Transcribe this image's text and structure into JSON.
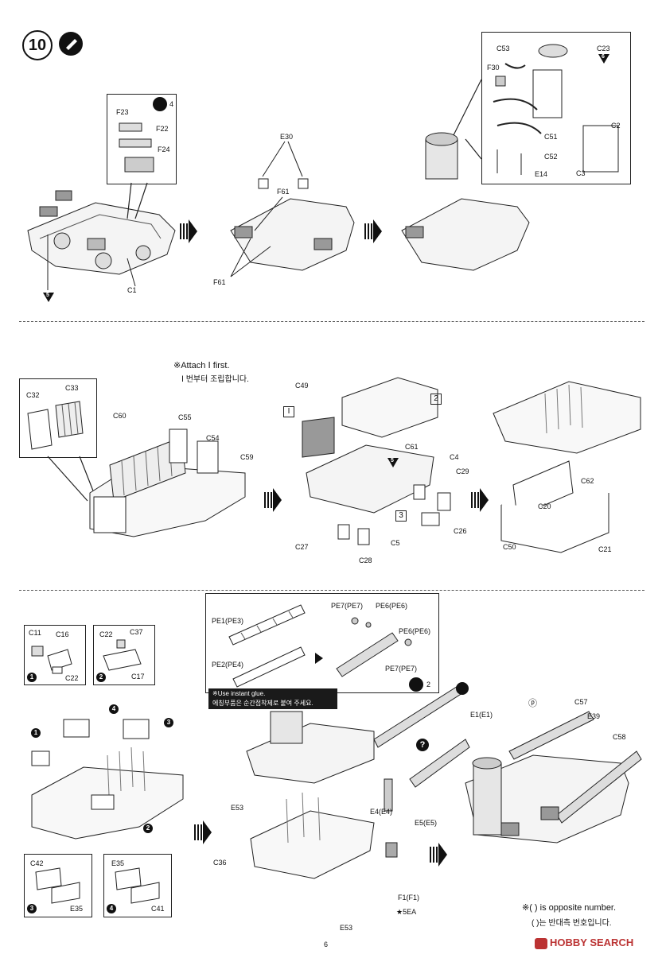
{
  "step": {
    "number": "10"
  },
  "dividers": 2,
  "section1": {
    "callout_left": {
      "labels": [
        "F23",
        "F22",
        "F24"
      ],
      "glue_count": "4"
    },
    "base_labels": {
      "c1": "C1",
      "tri5": "5"
    },
    "mid_labels": {
      "e30": "E30",
      "f61_top": "F61",
      "f61_bottom": "F61"
    },
    "callout_right": {
      "labels": [
        "C53",
        "C23",
        "F30",
        "C51",
        "C52",
        "E14",
        "C2",
        "C3"
      ],
      "tri6": "6"
    }
  },
  "section2": {
    "note_en": "※Attach Ⅰ first.",
    "note_ko": "Ⅰ 번부터 조립합니다.",
    "callout": {
      "labels": [
        "C32",
        "C33"
      ]
    },
    "left_labels": [
      "C60",
      "C55",
      "C54",
      "C59"
    ],
    "mid_labels": {
      "c49": "C49",
      "box1": "I",
      "box2": "2",
      "box3": "3",
      "c61": "C61",
      "tri5": "5",
      "c4": "C4",
      "c29": "C29",
      "c26": "C26",
      "c27": "C27",
      "c28": "C28",
      "c5": "C5"
    },
    "right_labels": [
      "C62",
      "C20",
      "C50",
      "C21"
    ]
  },
  "section3": {
    "sub1": {
      "labels": [
        "C11",
        "C16",
        "C22"
      ],
      "num": "1"
    },
    "sub2": {
      "labels": [
        "C22",
        "C37",
        "C17"
      ],
      "num": "2"
    },
    "sub3": {
      "labels": [
        "C42",
        "E35"
      ],
      "num": "3"
    },
    "sub4": {
      "labels": [
        "E35",
        "C41"
      ],
      "num": "4"
    },
    "left_nums": [
      "1",
      "2",
      "3",
      "4"
    ],
    "pe_panel": {
      "labels": [
        "PE1(PE3)",
        "PE2(PE4)",
        "PE7(PE7)",
        "PE6(PE6)",
        "PE6(PE6)",
        "PE7(PE7)"
      ],
      "glue_count": "2"
    },
    "glue_note": {
      "line1": "※Use instant glue.",
      "line2": "에칭부품은 순간접착제로 붙여 주세요."
    },
    "mid_labels": {
      "e1": "E1(E1)",
      "e4": "E4(E4)",
      "e5": "E5(E5)",
      "e53_top": "E53",
      "e53_bottom": "E53",
      "c36": "C36",
      "f1": "F1(F1)",
      "star": "★5EA"
    },
    "right_labels": [
      "C57",
      "E39",
      "C58"
    ],
    "p_mark": "ⓟ"
  },
  "footer": {
    "opposite_en": "※( ) is opposite number.",
    "opposite_ko": "( )는 반대측 번호입니다.",
    "page_number": "6",
    "watermark": "HOBBY SEARCH"
  }
}
